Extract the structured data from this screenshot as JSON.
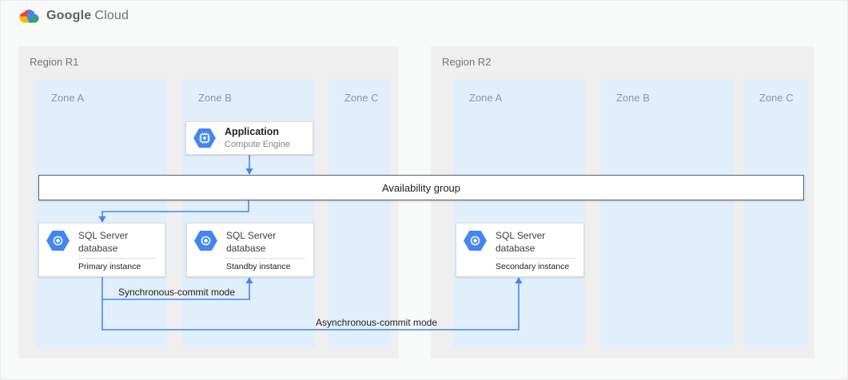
{
  "header": {
    "logo": {
      "google": "Google",
      "cloud": "Cloud",
      "icon": "google-cloud-logo-icon"
    }
  },
  "regions": [
    {
      "label": "Region R1",
      "zones": [
        {
          "label": "Zone A"
        },
        {
          "label": "Zone B"
        },
        {
          "label": "Zone C"
        }
      ]
    },
    {
      "label": "Region R2",
      "zones": [
        {
          "label": "Zone A"
        },
        {
          "label": "Zone B"
        },
        {
          "label": "Zone C"
        }
      ]
    }
  ],
  "cards": {
    "application": {
      "title": "Application",
      "subtitle": "Compute Engine",
      "icon": "compute-engine-icon"
    },
    "availability_group": {
      "label": "Availability group"
    },
    "sql_primary": {
      "title": "SQL Server database",
      "subtitle": "Primary instance",
      "icon": "cloud-sql-icon"
    },
    "sql_standby": {
      "title": "SQL Server database",
      "subtitle": "Standby instance",
      "icon": "cloud-sql-icon"
    },
    "sql_secondary": {
      "title": "SQL Server database",
      "subtitle": "Secondary instance",
      "icon": "cloud-sql-icon"
    }
  },
  "connections": [
    {
      "from": "application",
      "to": "availability-group",
      "label": ""
    },
    {
      "from": "availability-group",
      "to": "sql-primary",
      "label": ""
    },
    {
      "from": "sql-primary",
      "to": "sql-standby",
      "label": "Synchronous-commit mode"
    },
    {
      "from": "sql-primary",
      "to": "sql-secondary",
      "label": "Asynchronous-commit mode"
    }
  ],
  "colors": {
    "arrow": "#4285f4",
    "icon_hexagon": "#4285f4",
    "zone_bg": "#e1effc",
    "region_bg": "#efefef",
    "availability_border": "#5f6368",
    "card_bg": "#ffffff"
  }
}
